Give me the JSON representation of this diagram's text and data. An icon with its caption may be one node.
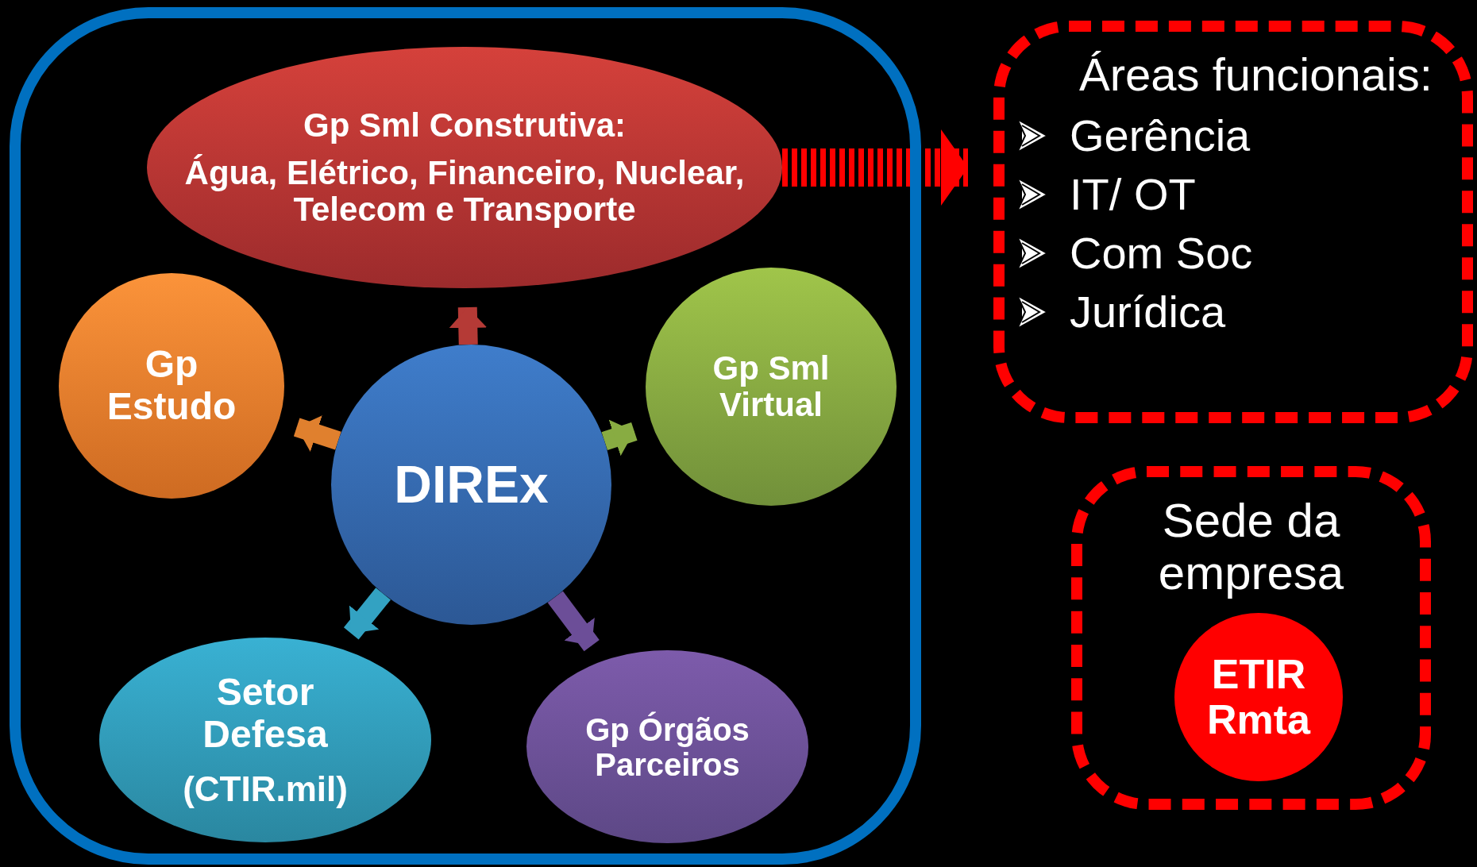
{
  "diagram": {
    "nodes": [
      {
        "text": [],
        "shape": "box"
      },
      {
        "text": [
          "Gp Sml Construtiva:",
          "Água, Elétrico, Financeiro, Nuclear, Telecom e Transporte"
        ],
        "in": 0
      },
      {
        "text": [
          "Gp Estudo"
        ],
        "in": 0
      },
      {
        "text": [
          "DIREx"
        ],
        "in": 0
      },
      {
        "text": [
          "Gp Sml Virtual"
        ],
        "in": 0
      },
      {
        "text": [
          "Setor Defesa",
          "(CTIR.mil)"
        ],
        "in": 0
      },
      {
        "text": [
          "Gp Órgãos Parceiros"
        ],
        "in": 0
      },
      {
        "text": [
          "Áreas funcionais:",
          "Gerência",
          "IT/ OT",
          "Com Soc",
          "Jurídica"
        ]
      },
      {
        "text": [
          "Sede da empresa"
        ]
      },
      {
        "text": [
          "ETIR Rmta"
        ],
        "in": 8
      }
    ],
    "edges": [
      {
        "from": 3,
        "to": 1,
        "arrow": "to",
        "color": "#b53a36"
      },
      {
        "from": 3,
        "to": 2,
        "arrow": "to",
        "color": "#e0802e"
      },
      {
        "from": 3,
        "to": 4,
        "arrow": "to",
        "color": "#88ac42"
      },
      {
        "from": 3,
        "to": 5,
        "arrow": "to",
        "color": "#33a2c2"
      },
      {
        "from": 3,
        "to": 6,
        "arrow": "to",
        "color": "#6c4e98"
      },
      {
        "from": 1,
        "to": 7,
        "arrow": "to",
        "style": "dashed",
        "color": "#ff0000"
      }
    ]
  }
}
